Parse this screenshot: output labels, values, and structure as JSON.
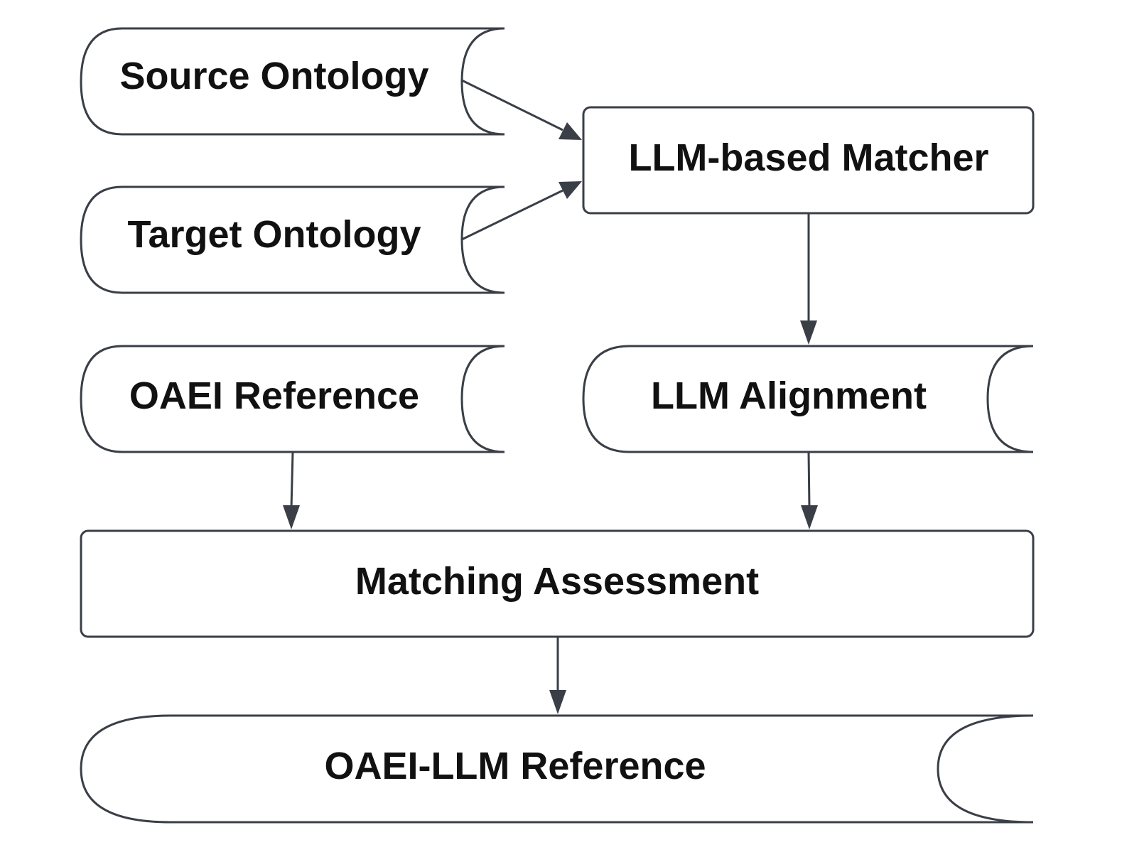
{
  "diagram": {
    "nodes": {
      "source_ontology": "Source Ontology",
      "target_ontology": "Target Ontology",
      "llm_matcher": "LLM-based Matcher",
      "oaei_reference": "OAEI Reference",
      "llm_alignment": "LLM Alignment",
      "matching_assessment": "Matching Assessment",
      "oaei_llm_reference": "OAEI-LLM Reference"
    },
    "edges": [
      {
        "from": "source_ontology",
        "to": "llm_matcher"
      },
      {
        "from": "target_ontology",
        "to": "llm_matcher"
      },
      {
        "from": "llm_matcher",
        "to": "llm_alignment"
      },
      {
        "from": "oaei_reference",
        "to": "matching_assessment"
      },
      {
        "from": "llm_alignment",
        "to": "matching_assessment"
      },
      {
        "from": "matching_assessment",
        "to": "oaei_llm_reference"
      }
    ],
    "colors": {
      "stroke": "#3a3f47",
      "text": "#111111",
      "background": "#ffffff"
    }
  }
}
